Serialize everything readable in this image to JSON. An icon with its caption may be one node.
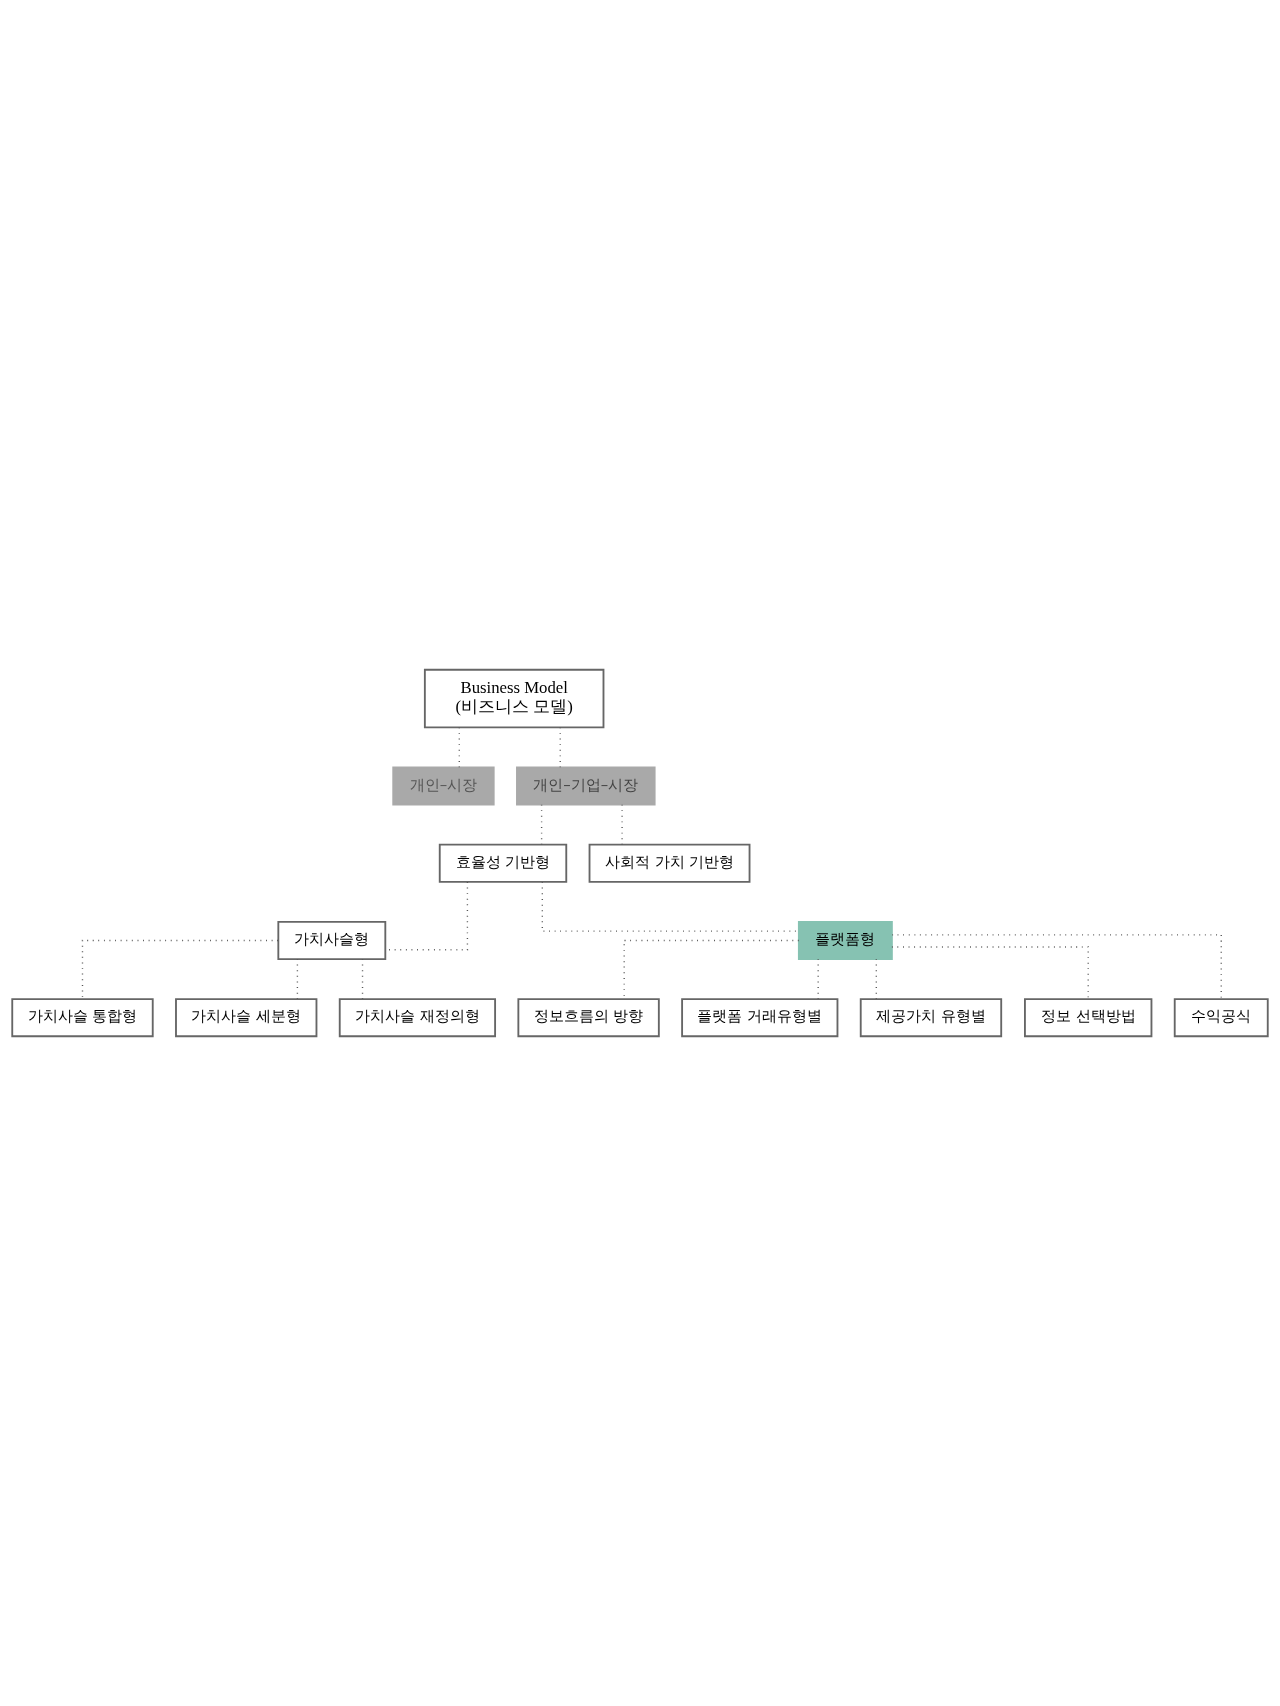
{
  "diagram": {
    "nodes": [
      {
        "text": [
          "Business Model",
          "(비즈니스 모델)"
        ]
      },
      {
        "text": [
          "개인–시장"
        ]
      },
      {
        "text": [
          "개인–기업–시장"
        ]
      },
      {
        "text": [
          "효율성 기반형"
        ]
      },
      {
        "text": [
          "사회적 가치 기반형"
        ]
      },
      {
        "text": [
          "가치사슬형"
        ]
      },
      {
        "text": [
          "플랫폼형"
        ]
      },
      {
        "text": [
          "가치사슬 통합형"
        ]
      },
      {
        "text": [
          "가치사슬 세분형"
        ]
      },
      {
        "text": [
          "가치사슬 재정의형"
        ]
      },
      {
        "text": [
          "정보흐름의 방향"
        ]
      },
      {
        "text": [
          "플랫폼 거래유형별"
        ]
      },
      {
        "text": [
          "제공가치 유형별"
        ]
      },
      {
        "text": [
          "정보 선택방법"
        ]
      },
      {
        "text": [
          "수익공식"
        ]
      }
    ],
    "edges": [
      {
        "from": 0,
        "to": 1,
        "arrow": "none"
      },
      {
        "from": 0,
        "to": 2,
        "arrow": "none"
      },
      {
        "from": 2,
        "to": 3,
        "arrow": "none"
      },
      {
        "from": 2,
        "to": 4,
        "arrow": "none"
      },
      {
        "from": 3,
        "to": 5,
        "arrow": "none"
      },
      {
        "from": 3,
        "to": 6,
        "arrow": "none"
      },
      {
        "from": 5,
        "to": 7,
        "arrow": "none"
      },
      {
        "from": 5,
        "to": 8,
        "arrow": "none"
      },
      {
        "from": 5,
        "to": 9,
        "arrow": "none"
      },
      {
        "from": 6,
        "to": 10,
        "arrow": "none"
      },
      {
        "from": 6,
        "to": 11,
        "arrow": "none"
      },
      {
        "from": 6,
        "to": 12,
        "arrow": "none"
      },
      {
        "from": 6,
        "to": 13,
        "arrow": "none"
      },
      {
        "from": 6,
        "to": 14,
        "arrow": "none"
      }
    ]
  }
}
